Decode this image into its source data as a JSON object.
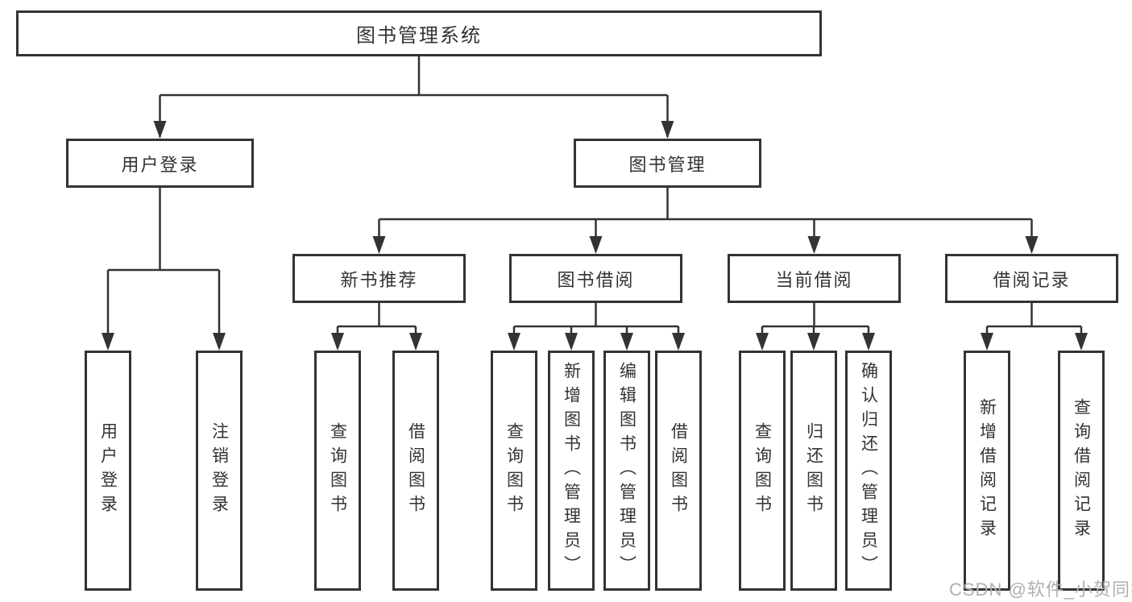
{
  "diagram": {
    "root_label": "图书管理系统",
    "level2": [
      {
        "label": "用户登录",
        "children": [
          "用户登录",
          "注销登录"
        ]
      },
      {
        "label": "图书管理"
      }
    ],
    "level3": [
      {
        "label": "新书推荐",
        "children": [
          "查询图书",
          "借阅图书"
        ]
      },
      {
        "label": "图书借阅",
        "children": [
          "查询图书",
          "新增图书（管理员）",
          "编辑图书（管理员）",
          "借阅图书"
        ]
      },
      {
        "label": "当前借阅",
        "children": [
          "查询图书",
          "归还图书",
          "确认归还（管理员）"
        ]
      },
      {
        "label": "借阅记录",
        "children": [
          "新增借阅记录",
          "查询借阅记录"
        ]
      }
    ]
  },
  "watermark": {
    "text": "CSDN @软件_小贺同学"
  },
  "colors": {
    "line": "#333333",
    "text": "#333333",
    "box_border": "#333333",
    "background": "#ffffff",
    "watermark": "#b0b0b0"
  }
}
